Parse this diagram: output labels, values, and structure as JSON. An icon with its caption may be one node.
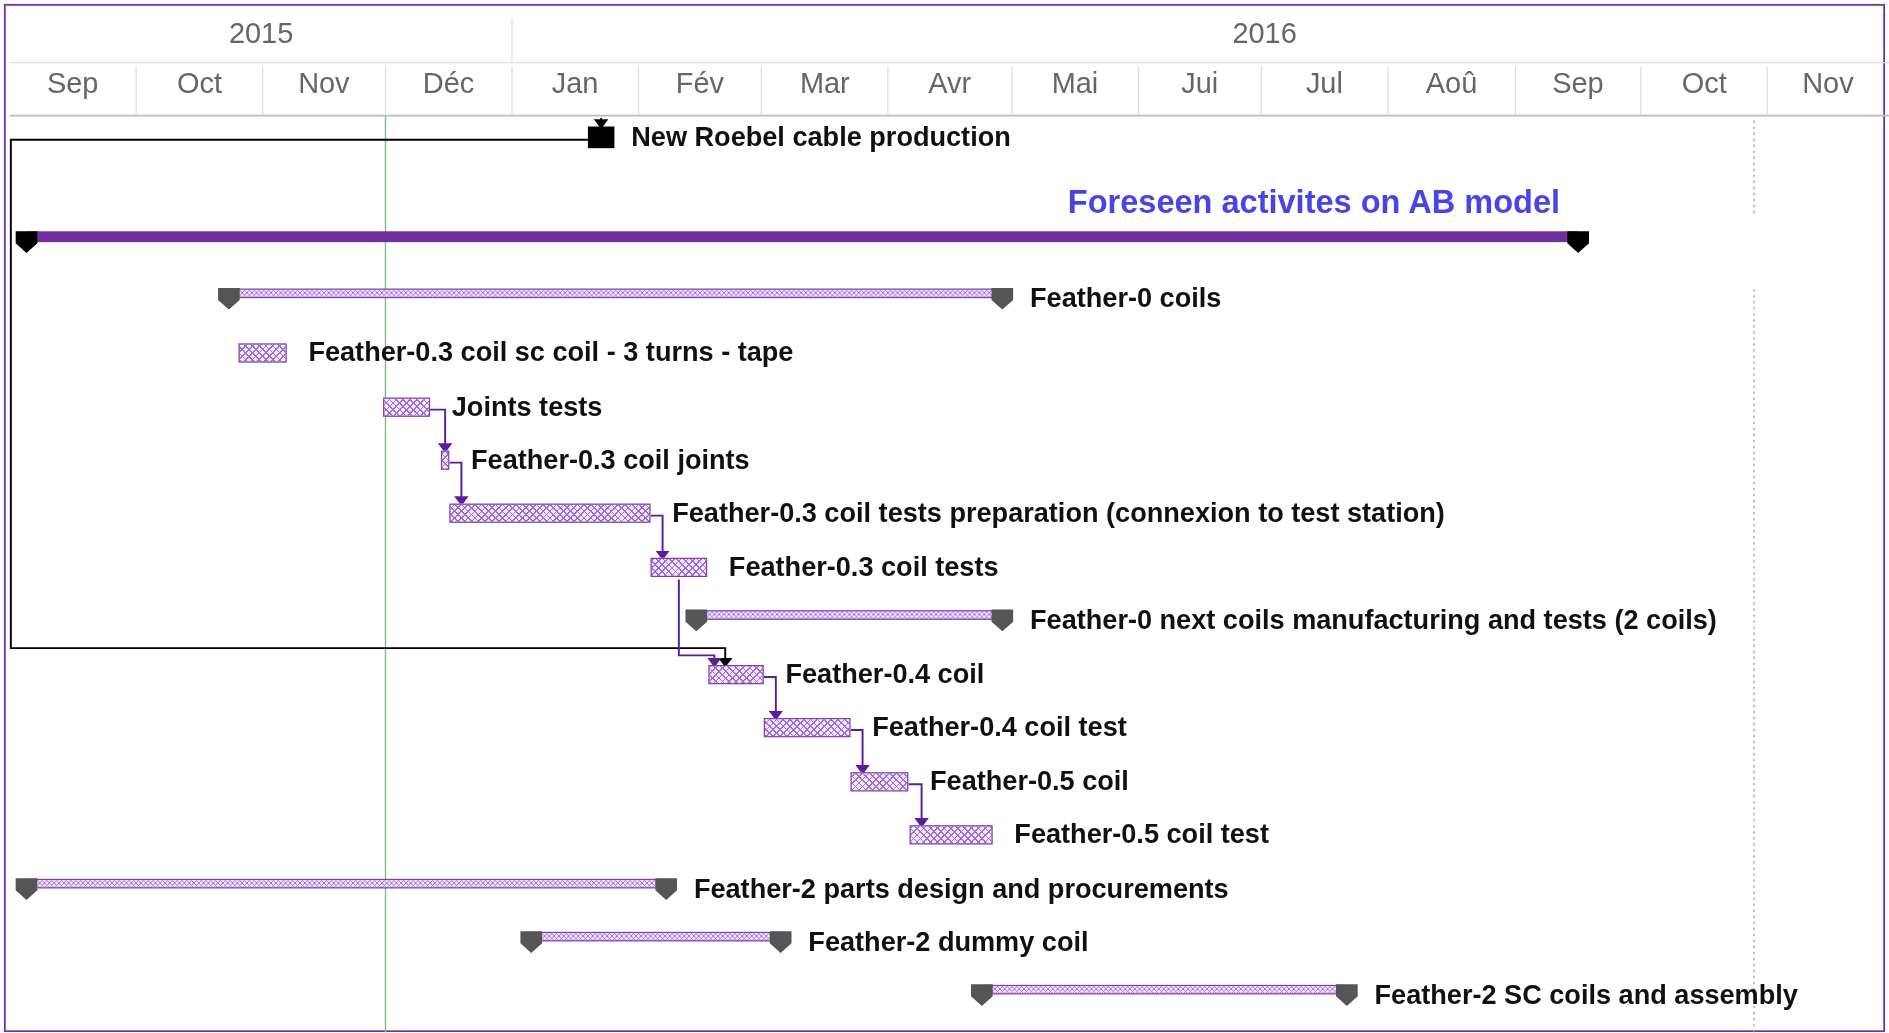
{
  "diagram": {
    "nodes": [
      {
        "text": [
          "New Roebel cable production"
        ]
      },
      {
        "text": [
          "Foreseen activites on AB model"
        ]
      },
      {
        "text": [
          "Feather-0 coils"
        ]
      },
      {
        "text": [
          "Feather-0.3 coil sc coil - 3 turns - tape"
        ]
      },
      {
        "text": [
          "Joints tests"
        ]
      },
      {
        "text": [
          "Feather-0.3 coil joints"
        ]
      },
      {
        "text": [
          "Feather-0.3 coil tests preparation (connexion to test station)"
        ]
      },
      {
        "text": [
          "Feather-0.3 coil tests"
        ]
      },
      {
        "text": [
          "Feather-0 next coils manufacturing and tests (2 coils)"
        ]
      },
      {
        "text": [
          "Feather-0.4 coil"
        ]
      },
      {
        "text": [
          "Feather-0.4 coil test"
        ]
      },
      {
        "text": [
          "Feather-0.5 coil"
        ]
      },
      {
        "text": [
          "Feather-0.5 coil test"
        ]
      },
      {
        "text": [
          "Feather-2 parts design and procurements"
        ]
      },
      {
        "text": [
          "Feather-2 dummy coil"
        ]
      },
      {
        "text": [
          "Feather-2 SC coils and assembly"
        ]
      }
    ],
    "edges": [
      {
        "from": null,
        "to": 0,
        "arrow": "to",
        "color": "#000000"
      },
      {
        "from": 0,
        "to": 9,
        "arrow": "to",
        "color": "#000000"
      },
      {
        "from": 4,
        "to": 5,
        "arrow": "to"
      },
      {
        "from": 5,
        "to": 6,
        "arrow": "to"
      },
      {
        "from": 6,
        "to": 7,
        "arrow": "to"
      },
      {
        "from": 7,
        "to": 9,
        "arrow": "to"
      },
      {
        "from": 9,
        "to": 10,
        "arrow": "to"
      },
      {
        "from": 10,
        "to": 11,
        "arrow": "to"
      },
      {
        "from": 11,
        "to": 12,
        "arrow": "to"
      }
    ],
    "labels": [
      "2015",
      "2016",
      "Sep",
      "Oct",
      "Nov",
      "Déc",
      "Jan",
      "Fév",
      "Mar",
      "Avr",
      "Mai",
      "Jui",
      "Jul",
      "Aoû",
      "Sep",
      "Oct",
      "Nov"
    ]
  }
}
